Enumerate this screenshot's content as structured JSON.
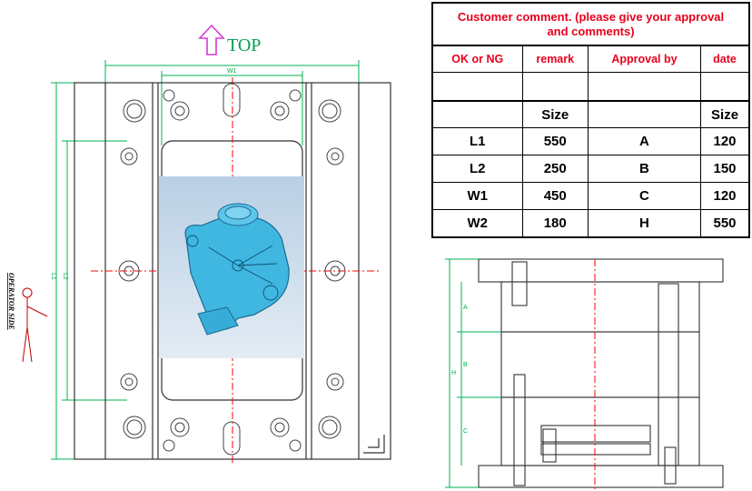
{
  "top_label": "TOP",
  "operator_side": "OPERATOR SIDE",
  "dims": {
    "w1": "W1",
    "l1": "L1",
    "l2": "L2",
    "a": "A",
    "b": "B",
    "c": "C",
    "h": "H"
  },
  "table": {
    "title_line1": "Customer comment. (please give your approval",
    "title_line2": "and comments)",
    "headers": [
      "OK or NG",
      "remark",
      "Approval by",
      "date"
    ],
    "size_header": [
      "",
      "Size",
      "",
      "Size"
    ],
    "rows": [
      [
        "L1",
        "550",
        "A",
        "120"
      ],
      [
        "L2",
        "250",
        "B",
        "150"
      ],
      [
        "W1",
        "450",
        "C",
        "120"
      ],
      [
        "W2",
        "180",
        "H",
        "550"
      ]
    ]
  },
  "colors": {
    "accent_red": "#e8001c",
    "dim_green": "#00b050",
    "top_magenta": "#d63ad6",
    "center_red": "#ff0000"
  }
}
